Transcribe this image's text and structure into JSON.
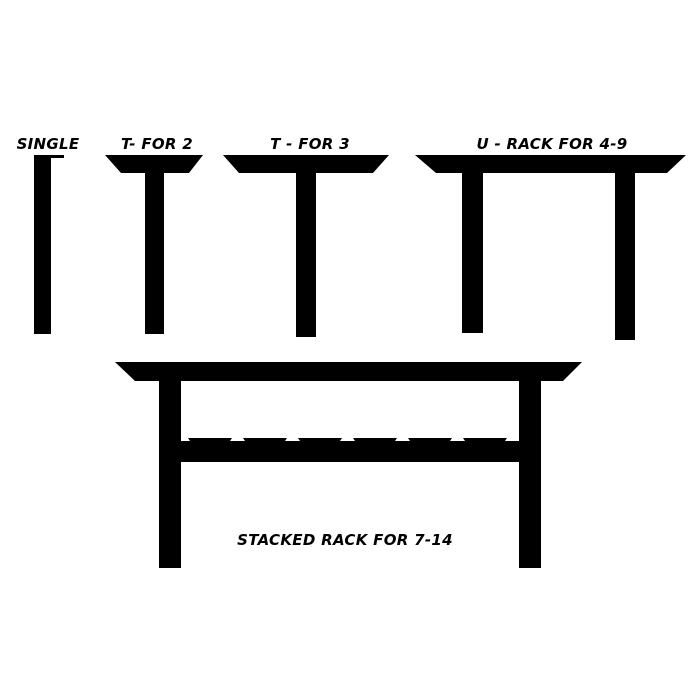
{
  "colors": {
    "background": "#ffffff",
    "shape": "#000000"
  },
  "racks": {
    "single": {
      "label": "SINGLE"
    },
    "t2": {
      "label": "T- FOR 2"
    },
    "t3": {
      "label": "T - FOR 3"
    },
    "u": {
      "label": "U - RACK FOR 4-9"
    },
    "stacked": {
      "label": "STACKED RACK FOR 7-14"
    }
  }
}
